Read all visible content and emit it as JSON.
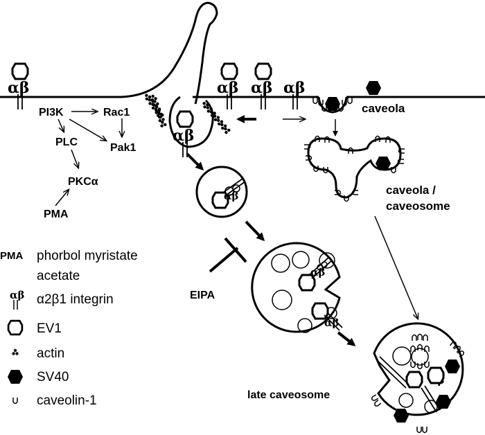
{
  "signaling": {
    "pi3k": "PI3K",
    "rac1": "Rac1",
    "plc": "PLC",
    "pak1": "Pak1",
    "pkc": "PKCα",
    "pma": "PMA"
  },
  "labels": {
    "caveola": "caveola",
    "caveola_caveosome_line1": "caveola /",
    "caveola_caveosome_line2": "caveosome",
    "eipa": "EIPA",
    "late_caveosome": "late caveosome"
  },
  "integrin_symbol": "αβ",
  "legend": {
    "pma_key": "PMA",
    "pma_line1": "phorbol myristate",
    "pma_line2": "acetate",
    "integrin_key": "αβ",
    "integrin": "α2β1 integrin",
    "ev1": "EV1",
    "actin": "actin",
    "sv40": "SV40",
    "caveolin": "caveolin-1"
  }
}
